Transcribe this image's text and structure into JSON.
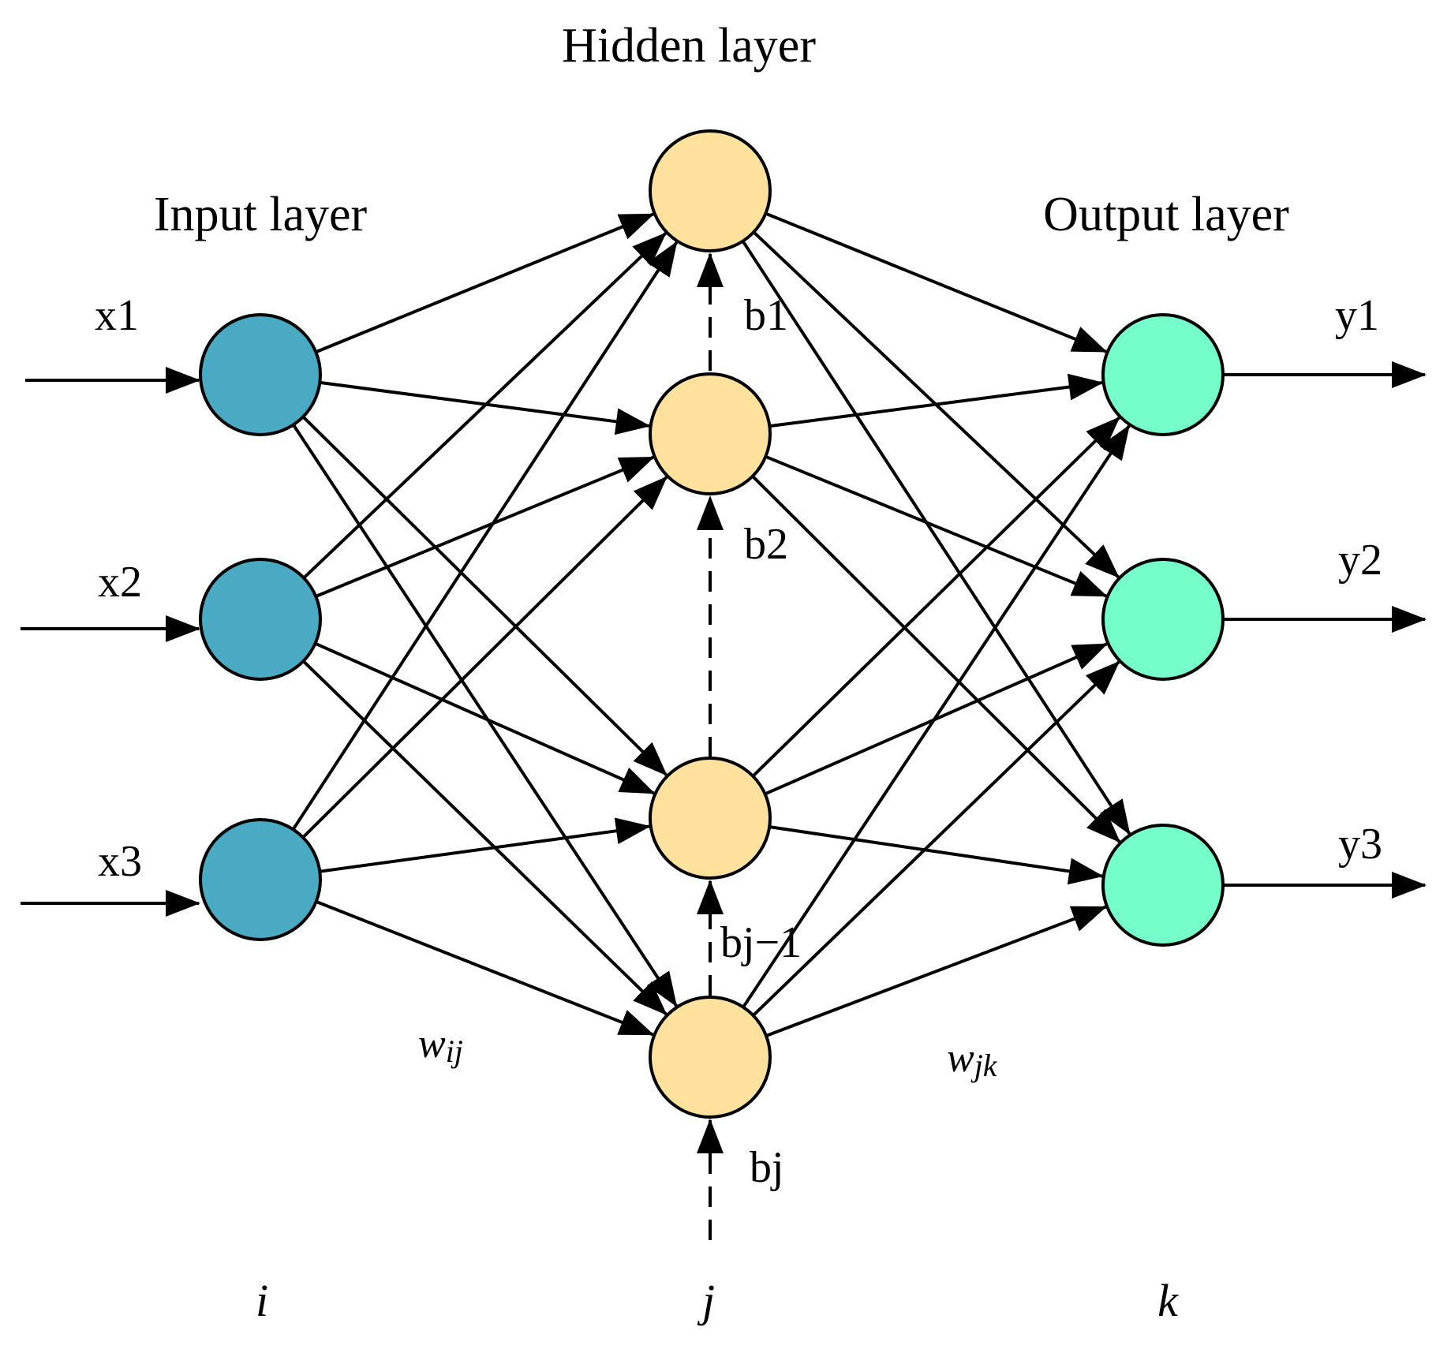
{
  "layers": {
    "input_title": "Input layer",
    "hidden_title": "Hidden layer",
    "output_title": "Output layer"
  },
  "inputs": [
    "x1",
    "x2",
    "x3"
  ],
  "outputs": [
    "y1",
    "y2",
    "y3"
  ],
  "biases": [
    "b1",
    "b2",
    "bj−1",
    "bj"
  ],
  "indices": {
    "i": "i",
    "j": "j",
    "k": "k"
  },
  "weights": {
    "input_hidden": {
      "symbol": "w",
      "subscript": "ij"
    },
    "hidden_output": {
      "symbol": "w",
      "subscript": "jk"
    }
  },
  "colors": {
    "input_node": "#4aa9c3",
    "hidden_node": "#fde19d",
    "output_node": "#75fdca",
    "line": "#000000"
  }
}
